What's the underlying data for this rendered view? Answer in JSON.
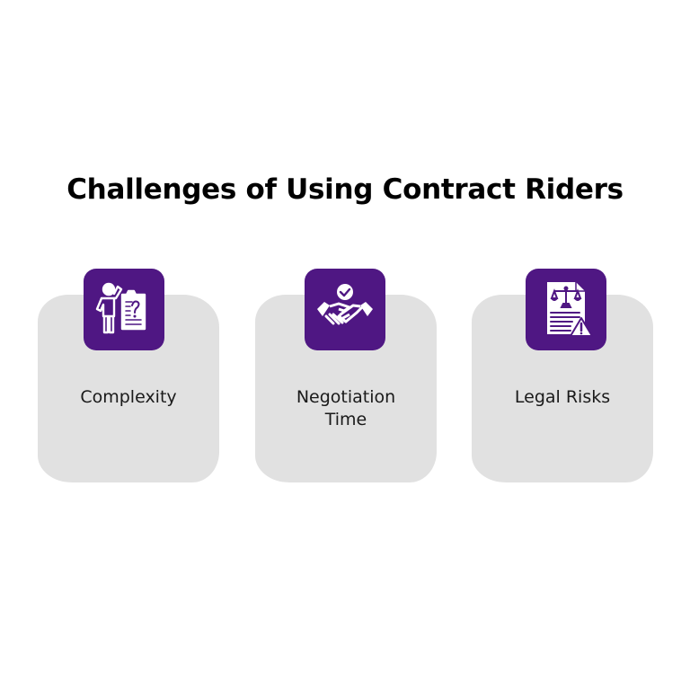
{
  "title": "Challenges of Using Contract Riders",
  "colors": {
    "icon_background": "#4f1783",
    "card_background": "#e1e1e1",
    "text": "#1a1a1a"
  },
  "cards": [
    {
      "label": "Complexity",
      "icon": "confused-person-document-icon"
    },
    {
      "label": "Negotiation Time",
      "icon": "handshake-check-icon"
    },
    {
      "label": "Legal Risks",
      "icon": "legal-document-warning-icon"
    }
  ]
}
